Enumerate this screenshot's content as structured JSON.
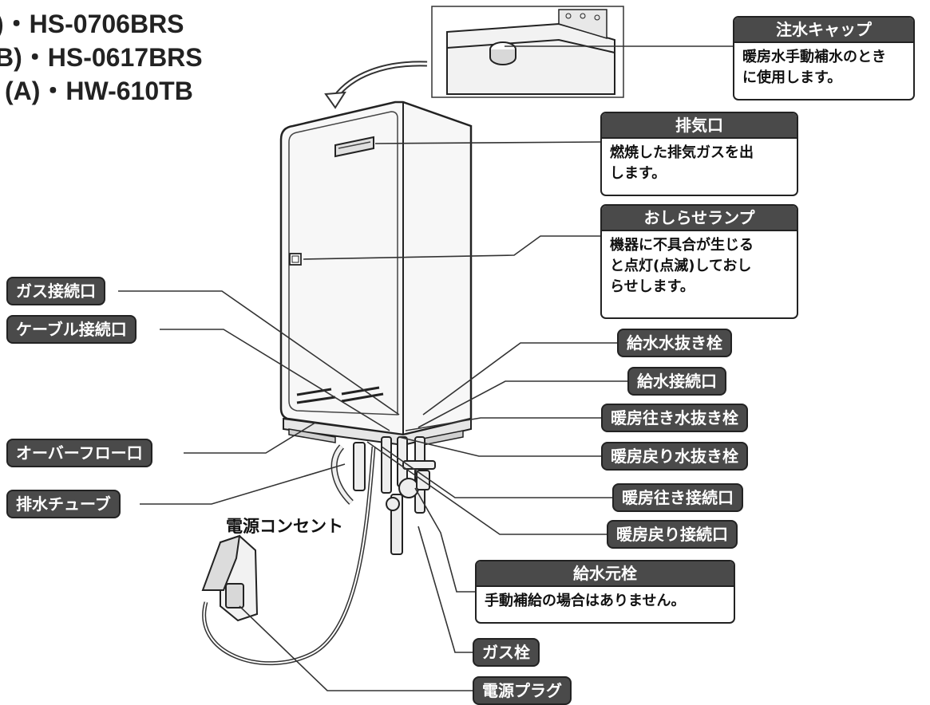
{
  "models": {
    "line1": ")・HS-0706BRS",
    "line2": "B)・HS-0617BRS",
    "line3": "(A)・HW-610TB"
  },
  "callouts": {
    "water_cap": {
      "title": "注水キャップ",
      "desc1": "暖房水手動補水のとき",
      "desc2": "に使用します。"
    },
    "exhaust": {
      "title": "排気口",
      "desc1": "燃焼した排気ガスを出",
      "desc2": "します。"
    },
    "notice_lamp": {
      "title": "おしらせランプ",
      "desc1": "機器に不具合が生じる",
      "desc2": "と点灯(点滅)しておし",
      "desc3": "らせします。"
    },
    "supply_valve": {
      "title": "給水元栓",
      "desc1": "手動補給の場合はありません。"
    }
  },
  "labels": {
    "gas_connection": "ガス接続口",
    "cable_connection": "ケーブル接続口",
    "overflow": "オーバーフロー口",
    "drain_tube": "排水チューブ",
    "water_drain_plug": "給水水抜き栓",
    "water_connection": "給水接続口",
    "heating_out_drain": "暖房往き水抜き栓",
    "heating_return_drain": "暖房戻り水抜き栓",
    "heating_out_connection": "暖房往き接続口",
    "heating_return_connection": "暖房戻り接続口",
    "gas_cock": "ガス栓",
    "power_plug": "電源プラグ",
    "power_outlet": "電源コンセント"
  }
}
